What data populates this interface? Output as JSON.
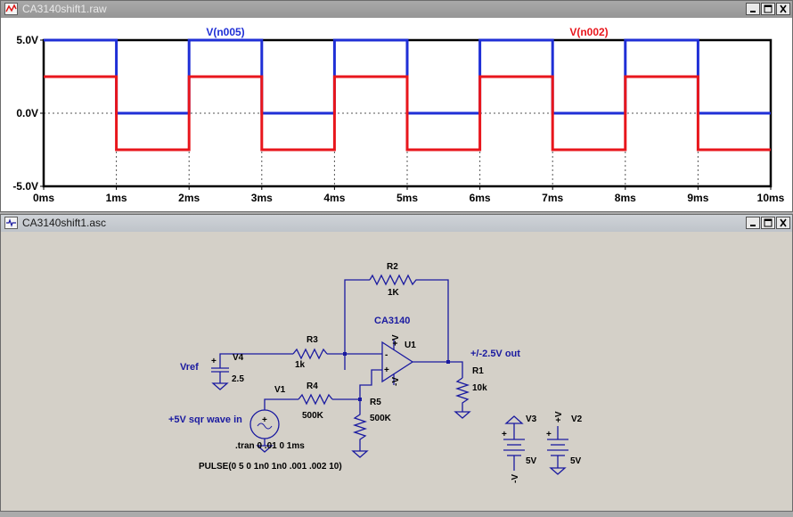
{
  "plot_window": {
    "title": "CA3140shift1.raw",
    "icon": "waveform-icon"
  },
  "schematic_window": {
    "title": "CA3140shift1.asc",
    "icon": "schematic-icon"
  },
  "window_buttons": [
    "minimize",
    "maximize",
    "close"
  ],
  "chart_data": {
    "type": "line",
    "ylim": [
      -5,
      5
    ],
    "xlim": [
      0,
      10
    ],
    "y_ticks": [
      "5.0V",
      "0.0V",
      "-5.0V"
    ],
    "x_ticks": [
      "0ms",
      "1ms",
      "2ms",
      "3ms",
      "4ms",
      "5ms",
      "6ms",
      "7ms",
      "8ms",
      "9ms",
      "10ms"
    ],
    "grid": true,
    "series": [
      {
        "name": "V(n005)",
        "color": "#1f2fd6",
        "x": [
          0,
          1,
          1,
          2,
          2,
          3,
          3,
          4,
          4,
          5,
          5,
          6,
          6,
          7,
          7,
          8,
          8,
          9,
          9,
          10
        ],
        "y": [
          5,
          5,
          0,
          0,
          5,
          5,
          0,
          0,
          5,
          5,
          0,
          0,
          5,
          5,
          0,
          0,
          5,
          5,
          0,
          0
        ]
      },
      {
        "name": "V(n002)",
        "color": "#e8161c",
        "x": [
          0,
          1,
          1,
          2,
          2,
          3,
          3,
          4,
          4,
          5,
          5,
          6,
          6,
          7,
          7,
          8,
          8,
          9,
          9,
          10
        ],
        "y": [
          2.5,
          2.5,
          -2.5,
          -2.5,
          2.5,
          2.5,
          -2.5,
          -2.5,
          2.5,
          2.5,
          -2.5,
          -2.5,
          2.5,
          2.5,
          -2.5,
          -2.5,
          2.5,
          2.5,
          -2.5,
          -2.5
        ]
      }
    ]
  },
  "schematic": {
    "R2": {
      "name": "R2",
      "value": "1K"
    },
    "R3": {
      "name": "R3",
      "value": "1k"
    },
    "R4": {
      "name": "R4",
      "value": "500K"
    },
    "R5": {
      "name": "R5",
      "value": "500K"
    },
    "R1": {
      "name": "R1",
      "value": "10k"
    },
    "U1": {
      "name": "U1",
      "part": "CA3140",
      "vplus": "+V",
      "vminus": "-V"
    },
    "V4": {
      "name": "V4",
      "value": "2.5",
      "label": "Vref",
      "plus": "+"
    },
    "V1": {
      "name": "V1",
      "label": "+5V sqr wave in",
      "plus": "+"
    },
    "V3": {
      "name": "V3",
      "value": "5V",
      "net": "-V",
      "plus": "+"
    },
    "V2": {
      "name": "V2",
      "value": "5V",
      "net": "+V",
      "plus": "+"
    },
    "out_label": "+/-2.5V out",
    "directive_tran": ".tran 0 .01 0 1ms",
    "directive_pulse": "PULSE(0 5 0 1n0 1n0 .001 .002 10)",
    "opamp_in_minus": "-",
    "opamp_in_plus": "+"
  }
}
